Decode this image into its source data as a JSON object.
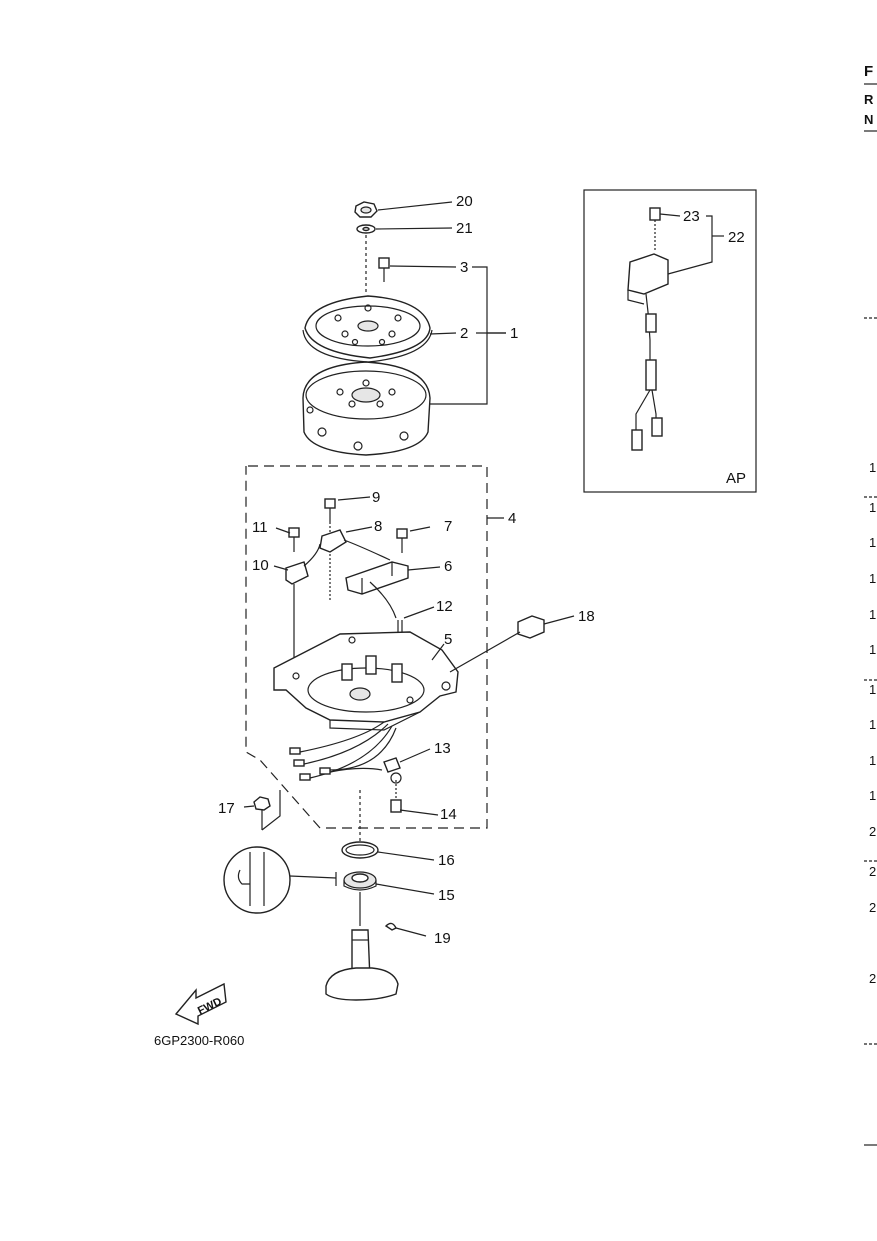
{
  "diagram_code": "6GP2300-R060",
  "fwd_label": "FWD",
  "inset_label": "AP",
  "edge_text": {
    "title_fragment": "F",
    "row1": "R",
    "row2": "N",
    "list_items": [
      "1",
      "1",
      "1",
      "1",
      "1",
      "1",
      "1",
      "1",
      "1",
      "1",
      "2",
      "2",
      "2",
      "2"
    ]
  },
  "callouts": [
    {
      "id": "20",
      "name": "callout-20"
    },
    {
      "id": "21",
      "name": "callout-21"
    },
    {
      "id": "3",
      "name": "callout-3"
    },
    {
      "id": "2",
      "name": "callout-2"
    },
    {
      "id": "1",
      "name": "callout-1"
    },
    {
      "id": "9",
      "name": "callout-9"
    },
    {
      "id": "8",
      "name": "callout-8"
    },
    {
      "id": "11",
      "name": "callout-11"
    },
    {
      "id": "7",
      "name": "callout-7"
    },
    {
      "id": "4",
      "name": "callout-4"
    },
    {
      "id": "10",
      "name": "callout-10"
    },
    {
      "id": "6",
      "name": "callout-6"
    },
    {
      "id": "12",
      "name": "callout-12"
    },
    {
      "id": "18",
      "name": "callout-18"
    },
    {
      "id": "5",
      "name": "callout-5"
    },
    {
      "id": "13",
      "name": "callout-13"
    },
    {
      "id": "17",
      "name": "callout-17"
    },
    {
      "id": "14",
      "name": "callout-14"
    },
    {
      "id": "16",
      "name": "callout-16"
    },
    {
      "id": "15",
      "name": "callout-15"
    },
    {
      "id": "19",
      "name": "callout-19"
    },
    {
      "id": "23",
      "name": "callout-23"
    },
    {
      "id": "22",
      "name": "callout-22"
    }
  ]
}
